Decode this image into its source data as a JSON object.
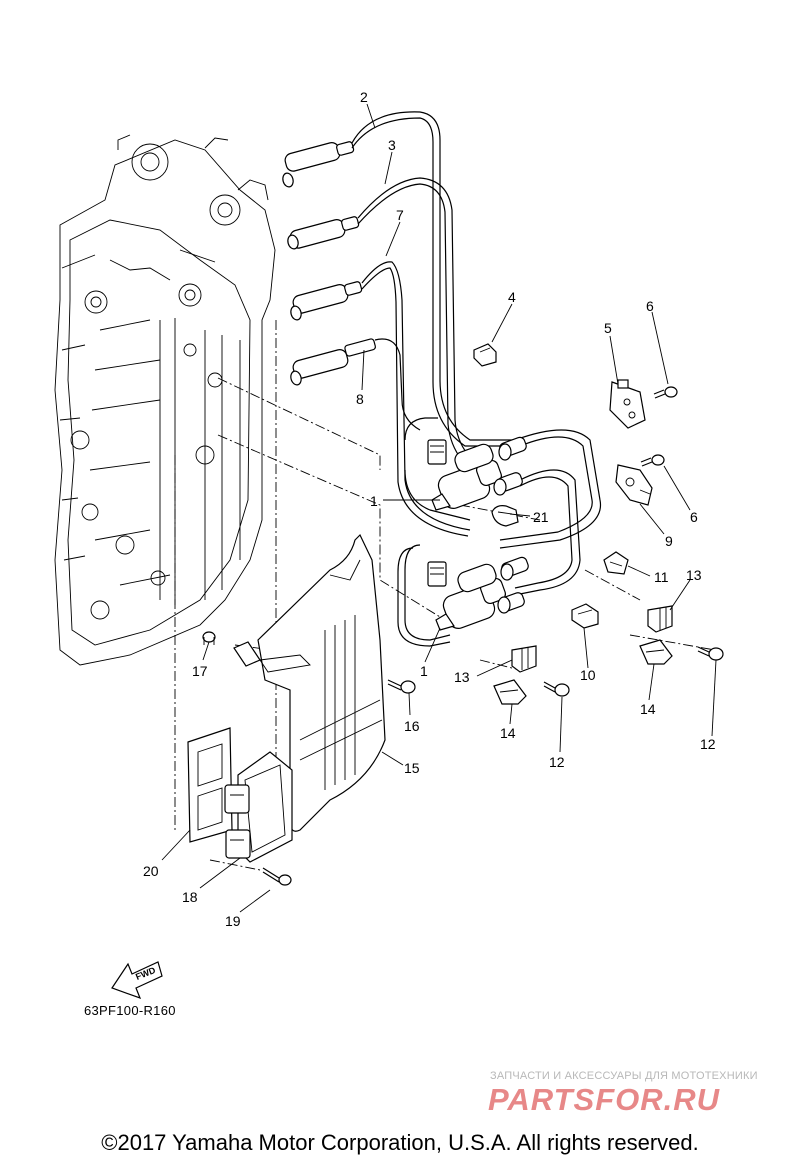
{
  "diagram": {
    "reference_code": "63PF100-R160",
    "fwd_label": "FWD",
    "callouts": [
      {
        "id": "c2",
        "label": "2"
      },
      {
        "id": "c3",
        "label": "3"
      },
      {
        "id": "c7",
        "label": "7"
      },
      {
        "id": "c8",
        "label": "8"
      },
      {
        "id": "c4",
        "label": "4"
      },
      {
        "id": "c5",
        "label": "5"
      },
      {
        "id": "c6a",
        "label": "6"
      },
      {
        "id": "c6b",
        "label": "6"
      },
      {
        "id": "c9",
        "label": "9"
      },
      {
        "id": "c1a",
        "label": "1"
      },
      {
        "id": "c21",
        "label": "21"
      },
      {
        "id": "c11",
        "label": "11"
      },
      {
        "id": "c13a",
        "label": "13"
      },
      {
        "id": "c13b",
        "label": "13"
      },
      {
        "id": "c10",
        "label": "10"
      },
      {
        "id": "c1b",
        "label": "1"
      },
      {
        "id": "c14a",
        "label": "14"
      },
      {
        "id": "c14b",
        "label": "14"
      },
      {
        "id": "c12a",
        "label": "12"
      },
      {
        "id": "c12b",
        "label": "12"
      },
      {
        "id": "c17",
        "label": "17"
      },
      {
        "id": "c16",
        "label": "16"
      },
      {
        "id": "c15",
        "label": "15"
      },
      {
        "id": "c20",
        "label": "20"
      },
      {
        "id": "c18",
        "label": "18"
      },
      {
        "id": "c19",
        "label": "19"
      }
    ]
  },
  "watermark": {
    "tagline": "ЗАПЧАСТИ И АКСЕССУАРЫ ДЛЯ МОТОТЕХНИКИ",
    "logo": "PARTSFOR.RU"
  },
  "footer": {
    "copyright": "©2017 Yamaha Motor Corporation, U.S.A. All rights reserved."
  },
  "colors": {
    "line": "#000000",
    "watermark_logo": "#e37474",
    "watermark_text": "#b8b8b8"
  }
}
